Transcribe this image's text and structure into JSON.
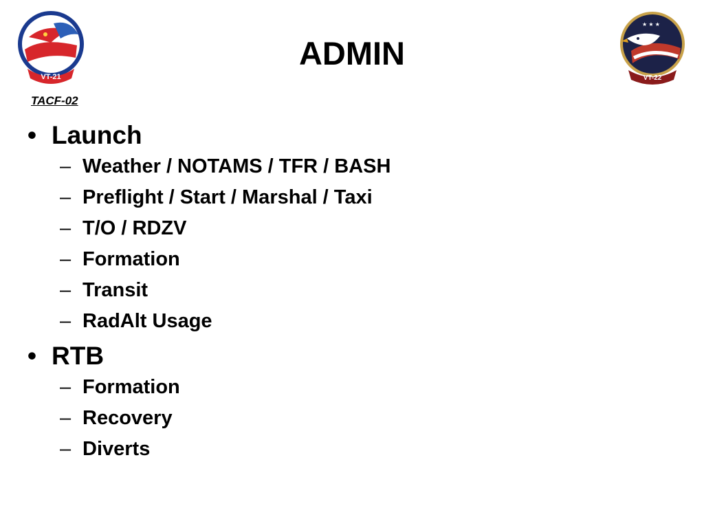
{
  "slide": {
    "title": "ADMIN",
    "course_id": "TACF-02",
    "logos": {
      "left": {
        "name": "vt-21-squadron-patch",
        "lettering": "VT-21",
        "colors": [
          "#1a3a8f",
          "#d7262b",
          "#ffffff"
        ]
      },
      "right": {
        "name": "vt-22-squadron-patch",
        "lettering": "VT-22",
        "colors": [
          "#1c2248",
          "#c0392b",
          "#ffffff",
          "#c8a24a"
        ]
      }
    },
    "bullet_glyph": "•",
    "sub_glyph": "–",
    "sections": [
      {
        "label": "Launch",
        "items": [
          "Weather / NOTAMS / TFR / BASH",
          "Preflight / Start / Marshal / Taxi",
          "T/O / RDZV",
          "Formation",
          "Transit",
          "RadAlt Usage"
        ]
      },
      {
        "label": "RTB",
        "items": [
          "Formation",
          "Recovery",
          "Diverts"
        ]
      }
    ]
  }
}
